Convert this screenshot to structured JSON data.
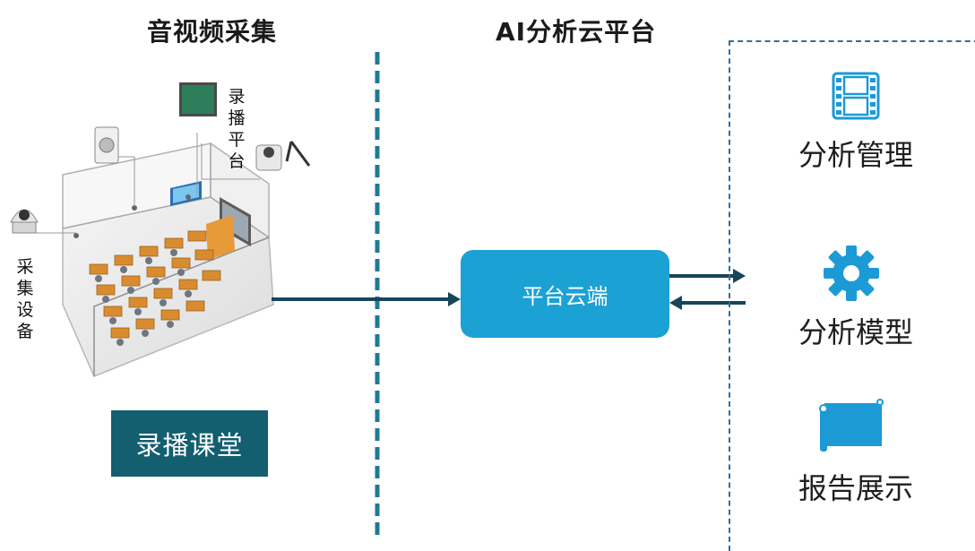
{
  "headings": {
    "left": "音视频采集",
    "center": "AI分析云平台"
  },
  "labels": {
    "recording_platform": "录\n播\n平\n台",
    "capture_devices": "采\n集\n设\n备"
  },
  "classroom_button": "录播课堂",
  "cloud_box": "平台云端",
  "features": [
    {
      "label": "分析管理",
      "icon": "film-icon"
    },
    {
      "label": "分析模型",
      "icon": "gear-icon"
    },
    {
      "label": "报告展示",
      "icon": "scroll-icon"
    }
  ],
  "colors": {
    "teal_dark": "#135e6f",
    "cloud_blue": "#1ba1d3",
    "divider": "#1f7a96",
    "arrow": "#17455a",
    "icon_blue": "#1c9ad6"
  }
}
